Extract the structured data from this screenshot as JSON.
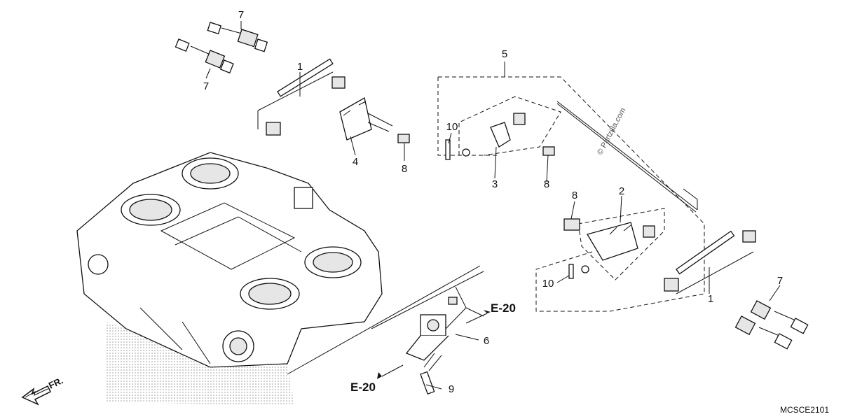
{
  "callouts": {
    "c1a": "1",
    "c1b": "1",
    "c2": "2",
    "c3": "3",
    "c4": "4",
    "c5": "5",
    "c6": "6",
    "c7a": "7",
    "c7b": "7",
    "c7c": "7",
    "c8a": "8",
    "c8b": "8",
    "c8c": "8",
    "c9": "9",
    "c10a": "10",
    "c10b": "10"
  },
  "references": {
    "ref_a": "E-20",
    "ref_b": "E-20"
  },
  "direction_label": "FR.",
  "diagram_code": "MCSCE2101",
  "watermark": "© Partzilla.com",
  "colors": {
    "line": "#111111",
    "shade": "#e6e6e6",
    "background": "#ffffff"
  }
}
